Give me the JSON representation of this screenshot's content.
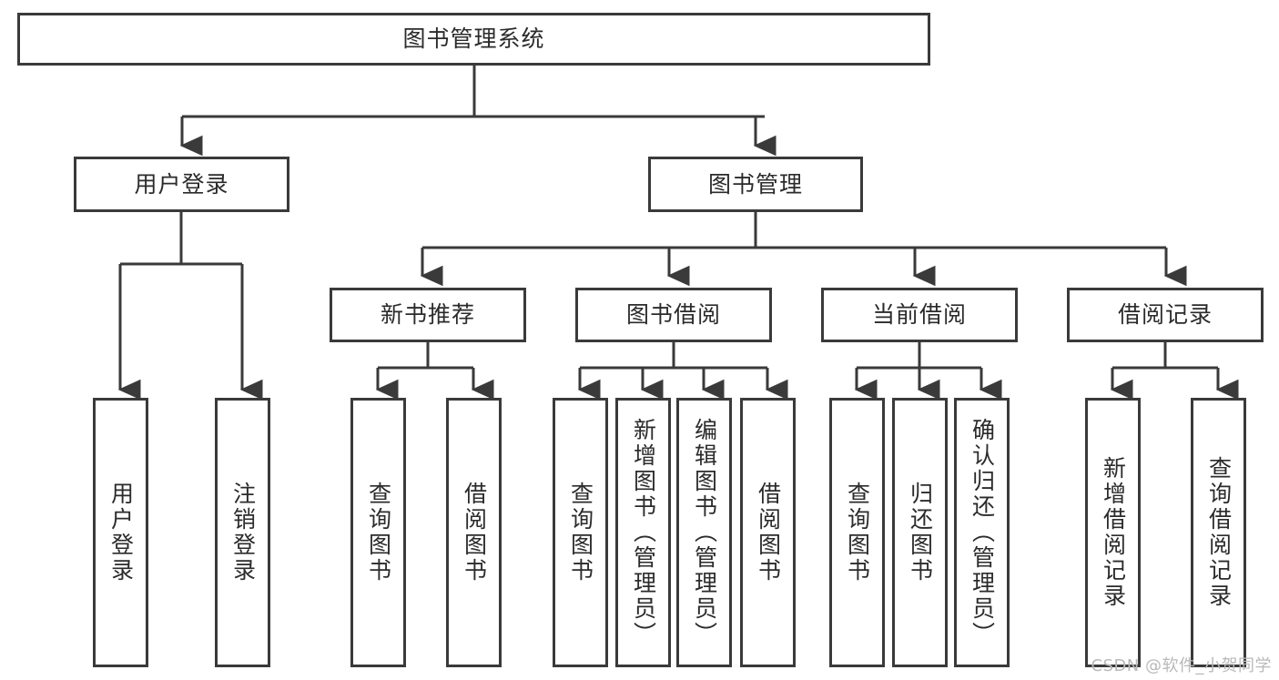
{
  "diagram": {
    "title": "图书管理系统",
    "type": "tree",
    "colors": {
      "box_border": "#3a3a3a",
      "box_fill": "#ffffff",
      "line": "#3a3a3a",
      "text": "#2b2b2b",
      "watermark": "#b9b9b9"
    },
    "root": {
      "label": "图书管理系统"
    },
    "level2": [
      {
        "label": "用户登录"
      },
      {
        "label": "图书管理"
      }
    ],
    "level3": [
      {
        "label": "新书推荐"
      },
      {
        "label": "图书借阅"
      },
      {
        "label": "当前借阅"
      },
      {
        "label": "借阅记录"
      }
    ],
    "leaves": {
      "user_login": [
        {
          "label": "用户登录"
        },
        {
          "label": "注销登录"
        }
      ],
      "new_book": [
        {
          "label": "查询图书"
        },
        {
          "label": "借阅图书"
        }
      ],
      "book_borrow": [
        {
          "label": "查询图书"
        },
        {
          "label": "新增图书（管理员）"
        },
        {
          "label": "编辑图书（管理员）"
        },
        {
          "label": "借阅图书"
        }
      ],
      "current_borrow": [
        {
          "label": "查询图书"
        },
        {
          "label": "归还图书"
        },
        {
          "label": "确认归还（管理员）"
        }
      ],
      "borrow_record": [
        {
          "label": "新增借阅记录"
        },
        {
          "label": "查询借阅记录"
        }
      ]
    },
    "watermark": "CSDN @软件_小贺同学"
  }
}
